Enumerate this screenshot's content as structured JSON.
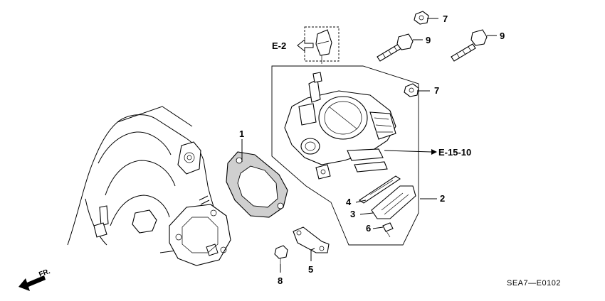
{
  "callouts": {
    "c1": "1",
    "c2": "2",
    "c3": "3",
    "c4": "4",
    "c5": "5",
    "c6": "6",
    "c7a": "7",
    "c7b": "7",
    "c8": "8",
    "c9a": "9",
    "c9b": "9"
  },
  "references": {
    "e2": "E-2",
    "e1510": "E-15-10"
  },
  "direction_label": "FR.",
  "diagram_code": "SEA7—E0102"
}
